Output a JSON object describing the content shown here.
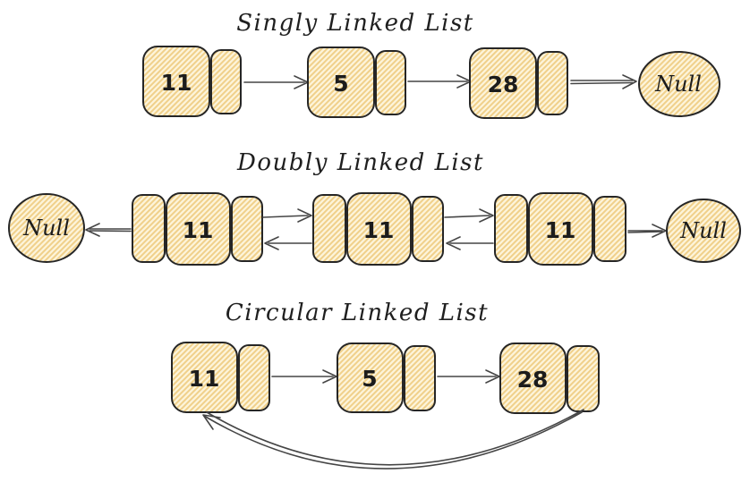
{
  "diagram": {
    "kind": "linked-list-types",
    "colors": {
      "background": "#ffffff",
      "node_fill": "#fdf4da",
      "hatch_line": "#f0d08a",
      "outline": "#262626",
      "arrow": "#454545",
      "text": "#1c1c1c"
    },
    "sections": [
      {
        "title": "Singly Linked List",
        "nodes": [
          {
            "value": "11"
          },
          {
            "value": "5"
          },
          {
            "value": "28"
          }
        ],
        "right_terminator": "Null"
      },
      {
        "title": "Doubly Linked List",
        "left_terminator": "Null",
        "nodes": [
          {
            "value": "11"
          },
          {
            "value": "11"
          },
          {
            "value": "11"
          }
        ],
        "right_terminator": "Null"
      },
      {
        "title": "Circular Linked List",
        "nodes": [
          {
            "value": "11"
          },
          {
            "value": "5"
          },
          {
            "value": "28"
          }
        ]
      }
    ]
  }
}
